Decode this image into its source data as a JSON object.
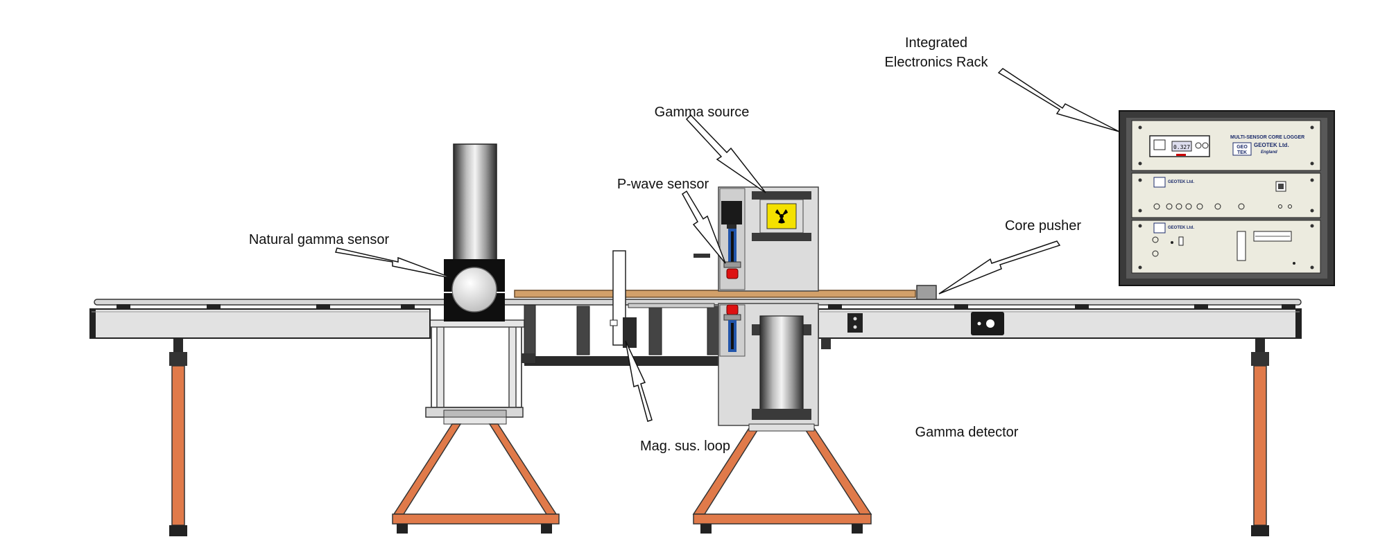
{
  "labels": {
    "rack_line1": "Integrated",
    "rack_line2": "Electronics Rack",
    "gamma_source": "Gamma source",
    "pwave": "P-wave sensor",
    "natural_gamma": "Natural gamma sensor",
    "core_pusher": "Core pusher",
    "gamma_detector": "Gamma detector",
    "mag_sus": "Mag. sus. loop"
  },
  "rack": {
    "title": "MULTI-SENSOR CORE LOGGER",
    "logo_top": "GEO",
    "logo_bottom": "TEK",
    "company": "GEOTEK Ltd.",
    "country": "England",
    "display": "0.327",
    "module2_company": "GEOTEK Ltd.",
    "module3_company": "GEOTEK Ltd."
  },
  "colors": {
    "leg": "#e07a4a",
    "rail": "#e2e2e2",
    "core": "#d2a06a",
    "dark": "#2a2a2a",
    "rack_frame": "#3a3a3a",
    "rack_panel": "#ecebdf",
    "hazard": "#f4e100"
  }
}
